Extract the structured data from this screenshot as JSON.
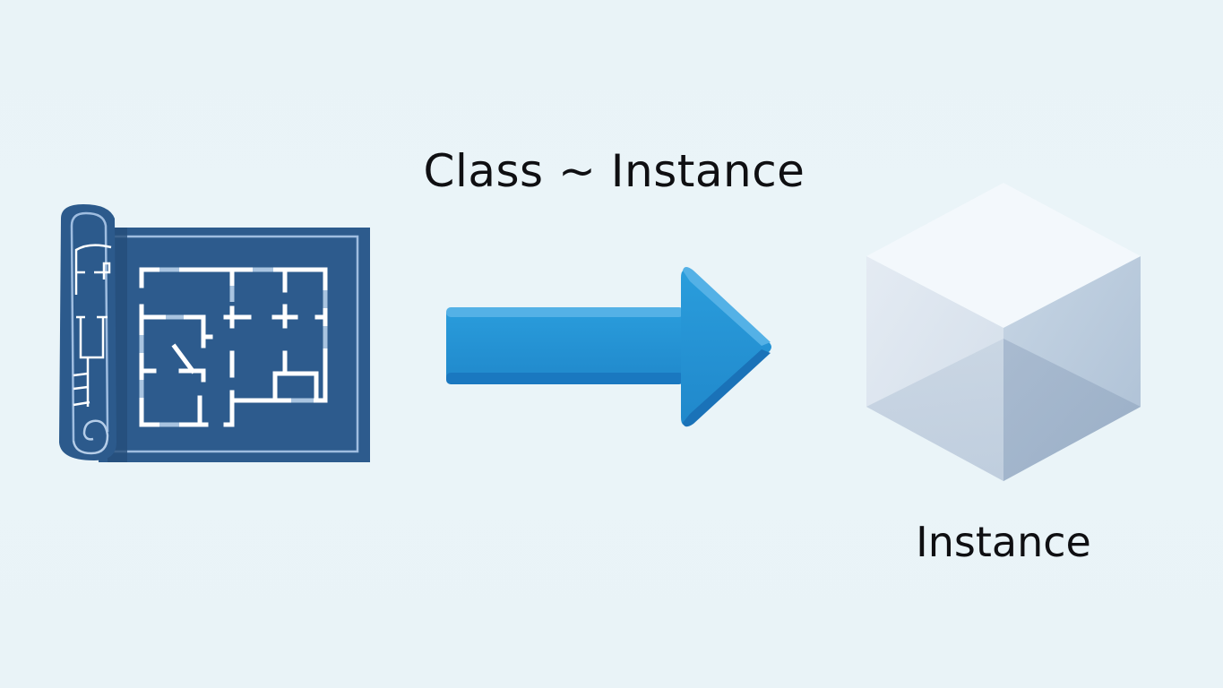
{
  "diagram": {
    "title": "Class ~ Instance",
    "nodes": [
      {
        "id": "class",
        "label": "",
        "icon": "blueprint-icon",
        "represents": "Class"
      },
      {
        "id": "instance",
        "label": "Instance",
        "icon": "cube-icon",
        "represents": "Instance"
      }
    ],
    "edges": [
      {
        "from": "class",
        "to": "instance",
        "icon": "arrow-right-icon"
      }
    ],
    "colors": {
      "background": "#eaf4f8",
      "blueprint": "#2c5a8c",
      "blueprint_lines": "#ffffff",
      "blueprint_accents": "#a9c4e0",
      "arrow": "#2595d6",
      "arrow_highlight": "#4fb0e6",
      "arrow_shadow": "#1a78bf",
      "cube_top": "#f3f8fc",
      "cube_left": "#dde6ef",
      "cube_right": "#b9cadc",
      "text": "#0f0f12"
    }
  }
}
